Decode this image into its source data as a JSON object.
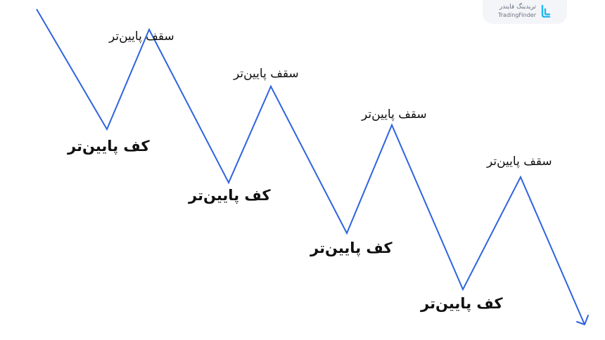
{
  "labels": {
    "lower_high": "سقف پایین‌تر",
    "lower_low": "کف پایین‌تر"
  },
  "watermark": {
    "name_fa": "تریدینگ فایندر",
    "name_en": "TradingFinder"
  },
  "colors": {
    "line": "#2f63e0",
    "text": "#111111",
    "logo_accent": "#22b8f0"
  }
}
